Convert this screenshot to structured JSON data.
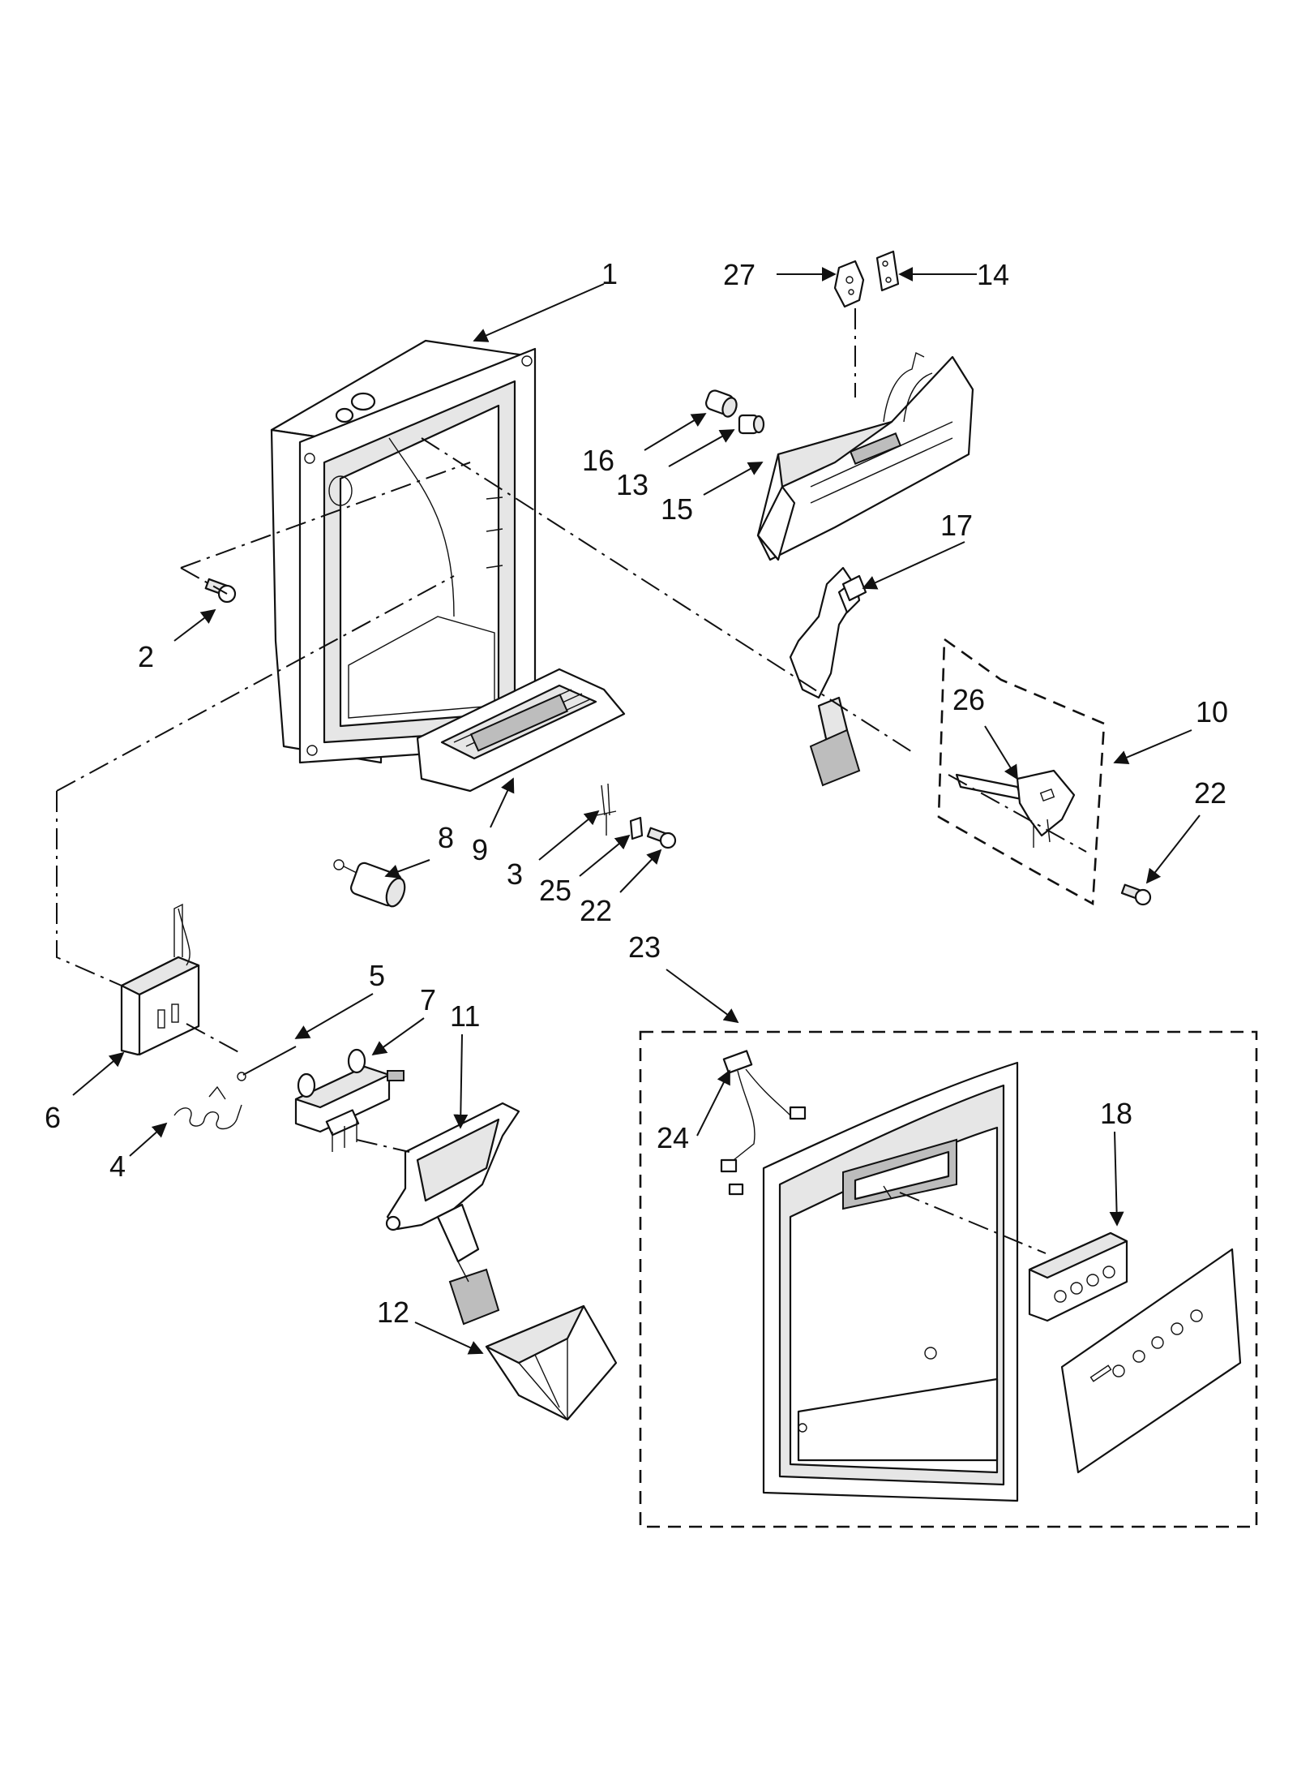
{
  "callouts": {
    "c1": "1",
    "c2": "2",
    "c3": "3",
    "c4": "4",
    "c5": "5",
    "c6": "6",
    "c7": "7",
    "c8": "8",
    "c9": "9",
    "c10": "10",
    "c11": "11",
    "c12": "12",
    "c13": "13",
    "c14": "14",
    "c15": "15",
    "c16": "16",
    "c17": "17",
    "c18": "18",
    "c22a": "22",
    "c22b": "22",
    "c23": "23",
    "c24": "24",
    "c25": "25",
    "c26": "26",
    "c27": "27"
  }
}
